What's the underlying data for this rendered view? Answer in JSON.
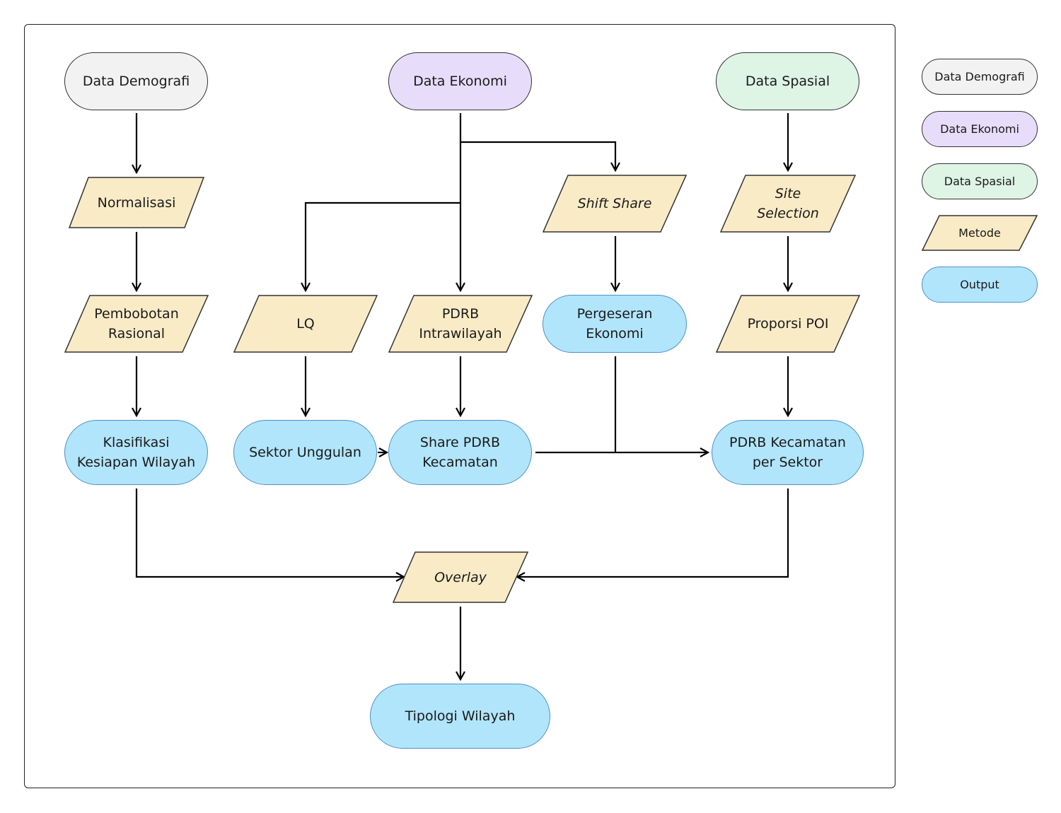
{
  "colors": {
    "demografi": "#f2f2f2",
    "ekonomi": "#e7ddfb",
    "spasial": "#def4e4",
    "metode": "#f9ebc6",
    "output": "#b1e5fb",
    "output_border": "#4f8fc9",
    "line": "#000000"
  },
  "nodes": {
    "data_demografi": "Data Demografi",
    "data_ekonomi": "Data Ekonomi",
    "data_spasial": "Data Spasial",
    "normalisasi": "Normalisasi",
    "shift_share": "Shift Share",
    "site_selection": "Site\nSelection",
    "pembobotan_rasional": "Pembobotan\nRasional",
    "lq": "LQ",
    "pdrb_intrawilayah": "PDRB\nIntrawilayah",
    "pergeseran_ekonomi": "Pergeseran\nEkonomi",
    "proporsi_poi": "Proporsi POI",
    "klasifikasi": "Klasifikasi\nKesiapan Wilayah",
    "sektor_unggulan": "Sektor Unggulan",
    "share_pdrb": "Share PDRB\nKecamatan",
    "pdrb_kecamatan": "PDRB Kecamatan\nper Sektor",
    "overlay": "Overlay",
    "tipologi": "Tipologi Wilayah"
  },
  "legend": {
    "demografi": "Data Demografi",
    "ekonomi": "Data Ekonomi",
    "spasial": "Data Spasial",
    "metode": "Metode",
    "output": "Output"
  }
}
